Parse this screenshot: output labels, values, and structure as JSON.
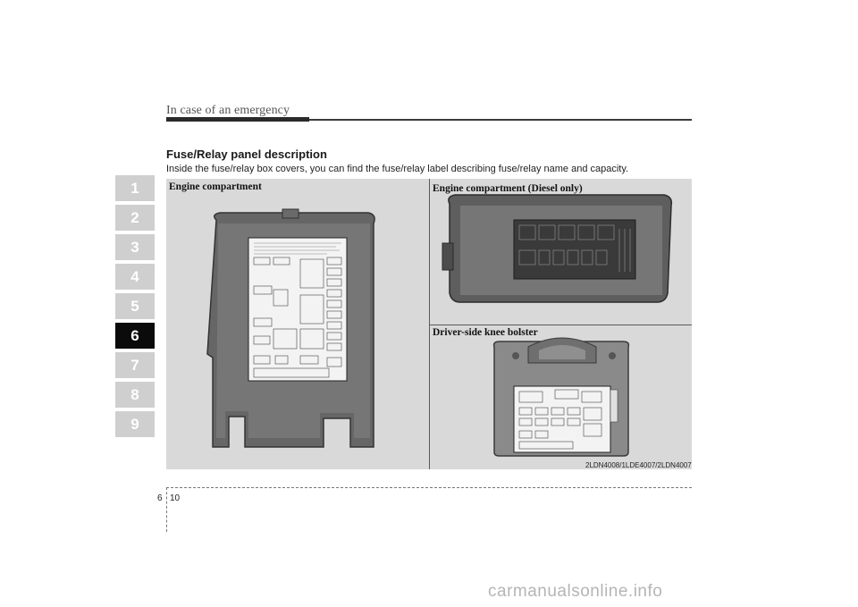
{
  "header": {
    "chapter_title": "In case of an emergency"
  },
  "chapter_tabs": [
    "1",
    "2",
    "3",
    "4",
    "5",
    "6",
    "7",
    "8",
    "9"
  ],
  "active_tab": "6",
  "section": {
    "title": "Fuse/Relay panel description",
    "intro": "Inside the fuse/relay box covers, you can find the fuse/relay label describing fuse/relay name and capacity."
  },
  "panels": {
    "engine": {
      "label": "Engine compartment"
    },
    "diesel": {
      "label": "Engine compartment (Diesel only)"
    },
    "knee": {
      "label": "Driver-side knee bolster"
    }
  },
  "image_code": "2LDN4008/1LDE4007/2LDN4007",
  "footer": {
    "chapter": "6",
    "page": "10"
  },
  "watermark": "carmanualsonline.info"
}
